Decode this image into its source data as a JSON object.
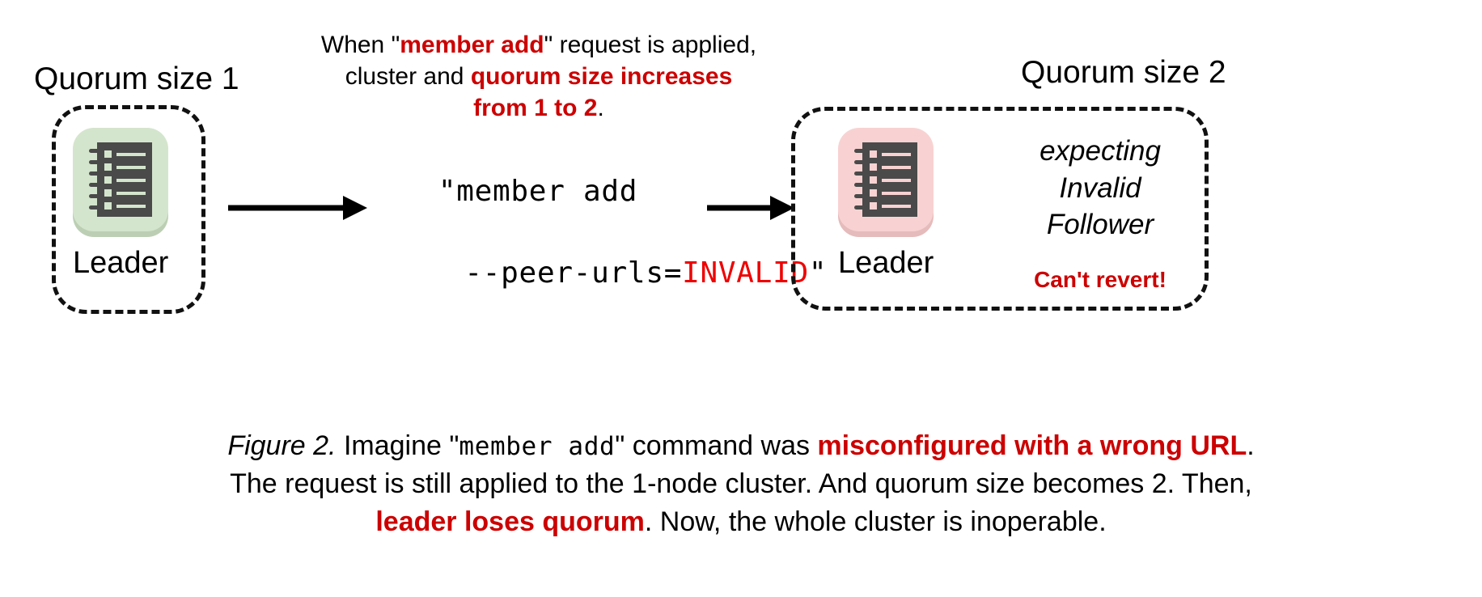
{
  "colors": {
    "accent_red": "#CC0000",
    "invalid_red": "#EE0000",
    "leader_ok_bg": "#d4e5cd",
    "leader_bad_bg": "#f8d2d2",
    "icon_fill": "#4a4a4a",
    "text": "#000000",
    "background": "#ffffff"
  },
  "left_cluster": {
    "quorum_label": "Quorum size 1",
    "node_caption": "Leader",
    "icon_name": "ledger-node-icon"
  },
  "right_cluster": {
    "quorum_label": "Quorum size 2",
    "node_caption": "Leader",
    "icon_name": "ledger-node-icon",
    "expect_line_1": "expecting",
    "expect_line_2": "Invalid",
    "expect_line_3": "Follower",
    "warning": "Can't revert!"
  },
  "top_note": {
    "l1_a": "When \"",
    "l1_b": "member add",
    "l1_c": "\" request is applied,",
    "l2_a": "cluster and ",
    "l2_b": "quorum size increases",
    "l3_a": "from 1 to 2",
    "l3_b": "."
  },
  "command": {
    "line1": "\"member add",
    "line2_a": "--peer-urls=",
    "line2_b": "INVALID",
    "line2_c": "\""
  },
  "figure_caption": {
    "l1_a": "Figure 2.",
    "l1_b": " Imagine \"",
    "l1_c": "member add",
    "l1_d": "\" command was ",
    "l1_e": "misconfigured with a wrong URL",
    "l1_f": ".",
    "l2": "The request is still applied to the 1-node cluster. And quorum size becomes 2. Then,",
    "l3_a": "leader loses quorum",
    "l3_b": ". Now, the whole cluster is inoperable."
  },
  "arrows": {
    "arrow_1_name": "flow-arrow-left",
    "arrow_2_name": "flow-arrow-right"
  }
}
